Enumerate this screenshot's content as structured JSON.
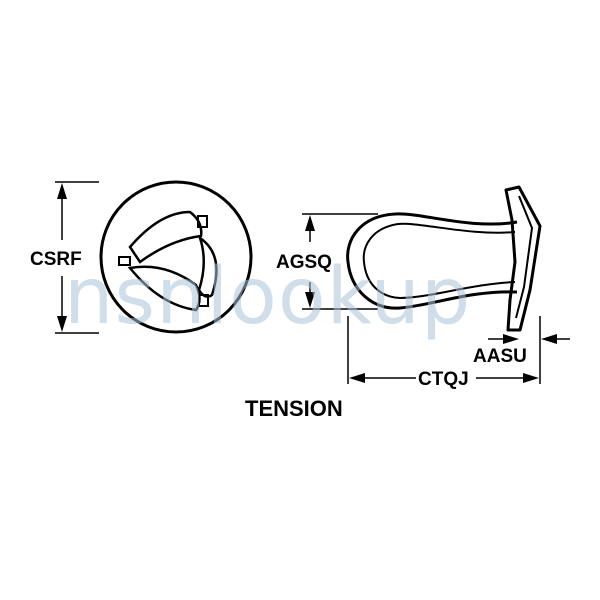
{
  "title": "TENSION",
  "labels": {
    "diameter": "CSRF",
    "body_width": "AGSQ",
    "overall_length": "CTQJ",
    "head_thickness": "AASU"
  },
  "watermark": {
    "text": "nsnlookup",
    "color": "#a9c2d9"
  },
  "colors": {
    "line": "#000000",
    "background": "#ffffff"
  }
}
